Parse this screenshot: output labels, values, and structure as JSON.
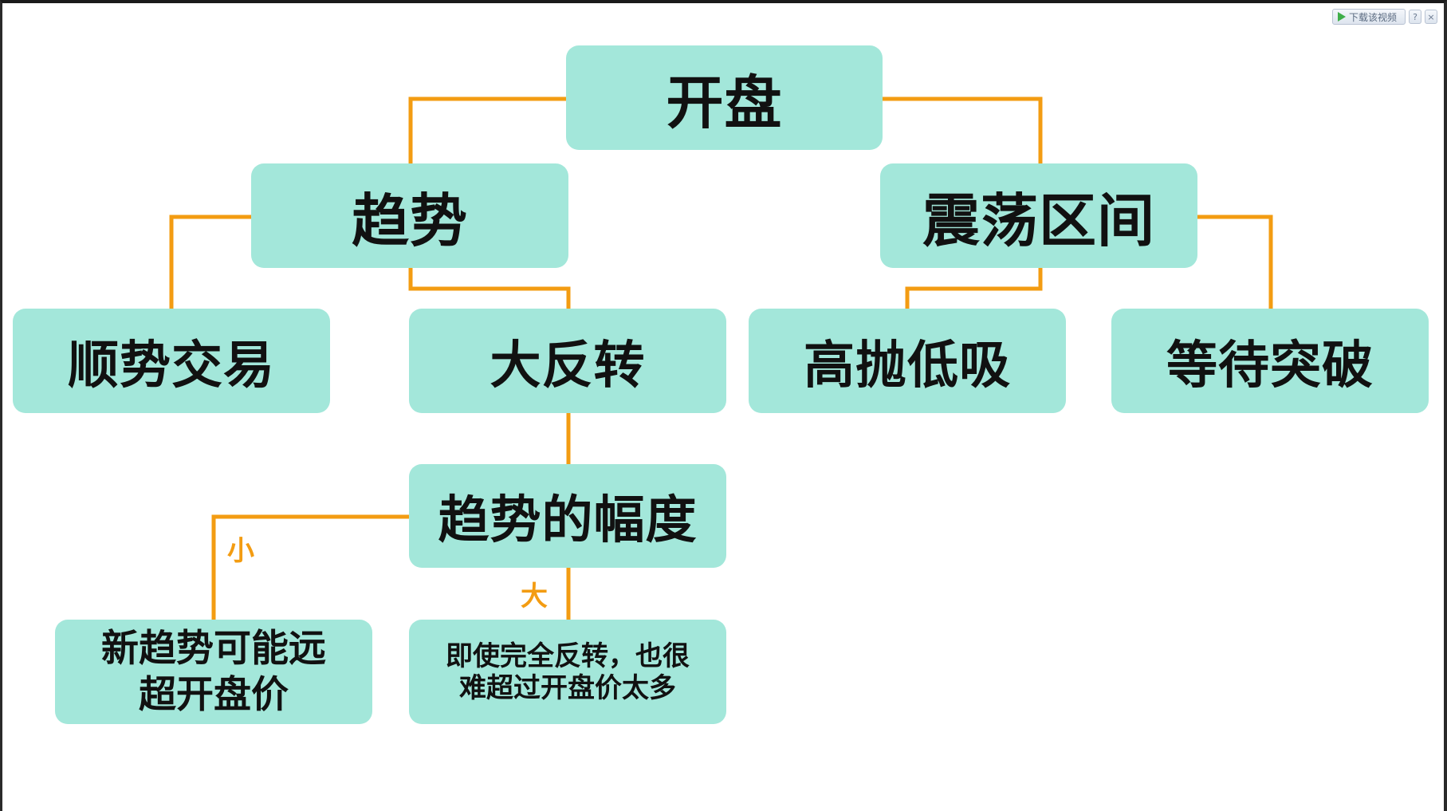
{
  "nodes": {
    "root": "开盘",
    "trend": "趋势",
    "range": "震荡区间",
    "follow_trend": "顺势交易",
    "big_reversal": "大反转",
    "sell_high_buy_low": "高抛低吸",
    "wait_breakout": "等待突破",
    "trend_magnitude": "趋势的幅度",
    "small_result_line1": "新趋势可能远",
    "small_result_line2": "超开盘价",
    "big_result_line1": "即使完全反转，也很",
    "big_result_line2": "难超过开盘价太多"
  },
  "edge_labels": {
    "small": "小",
    "big": "大"
  },
  "toolbar": {
    "download_label": "下载该视频",
    "help_label": "?",
    "close_label": "×"
  },
  "colors": {
    "node_fill": "#a3e7da",
    "connector": "#f39c12",
    "text": "#111111"
  }
}
